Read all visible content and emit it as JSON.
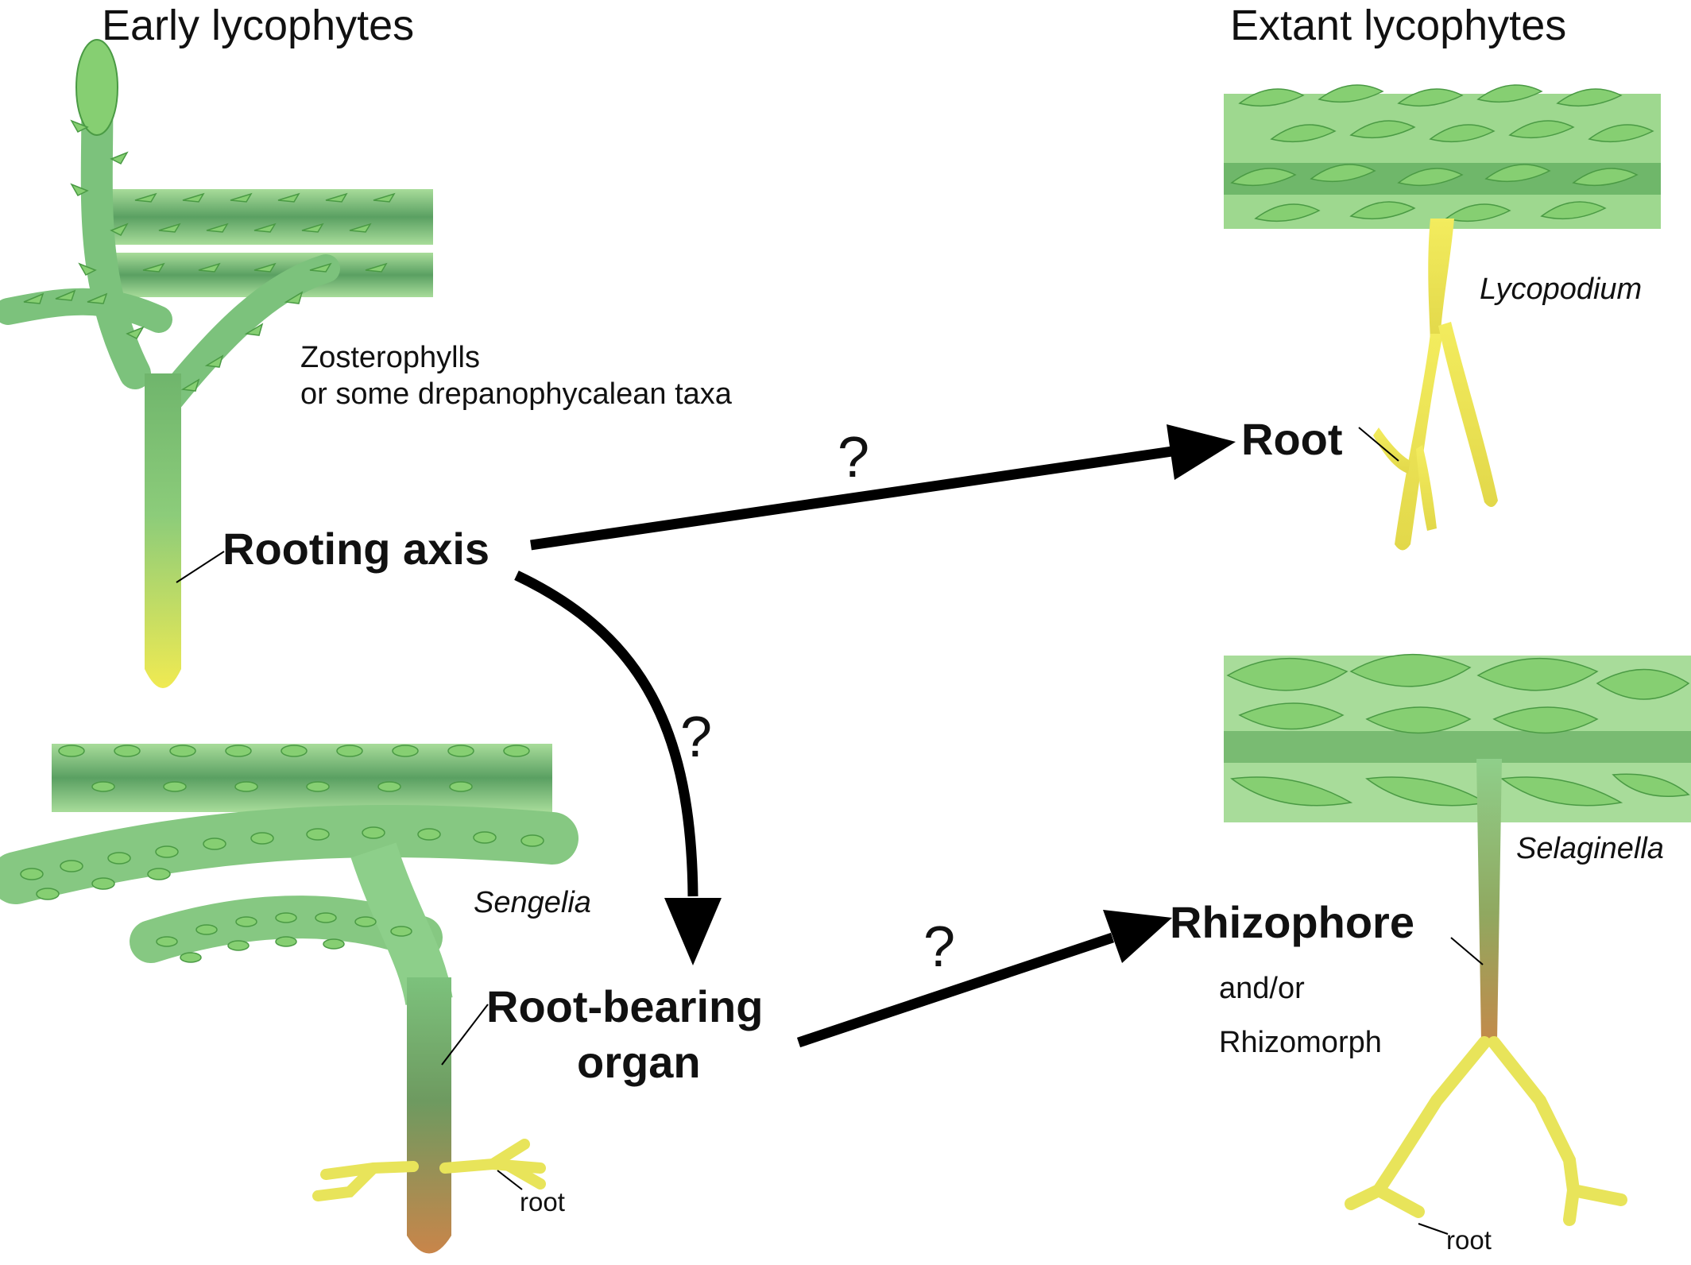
{
  "headers": {
    "early": "Early lycophytes",
    "extant": "Extant lycophytes"
  },
  "early_top": {
    "taxon_line1": "Zosterophylls",
    "taxon_line2": "or some drepanophycalean taxa",
    "organ": "Rooting axis"
  },
  "early_bottom": {
    "taxon": "Sengelia",
    "organ_line1": "Root-bearing",
    "organ_line2": "organ",
    "root": "root"
  },
  "extant_top": {
    "taxon": "Lycopodium",
    "organ": "Root"
  },
  "extant_bottom": {
    "taxon": "Selaginella",
    "organ": "Rhizophore",
    "organ_line2": "and/or",
    "organ_line3": "Rhizomorph",
    "root": "root"
  },
  "arrows": {
    "to_root": "?",
    "to_root_bearing": "?",
    "to_rhizophore": "?"
  },
  "colors": {
    "stem_light": "#a8dc9a",
    "stem_dark": "#5aa062",
    "leaf": "#86cf72",
    "leaf_edge": "#4a9a44",
    "root_yellow": "#e8e45a",
    "root_brown": "#c38a4a",
    "arrow": "#000000"
  }
}
